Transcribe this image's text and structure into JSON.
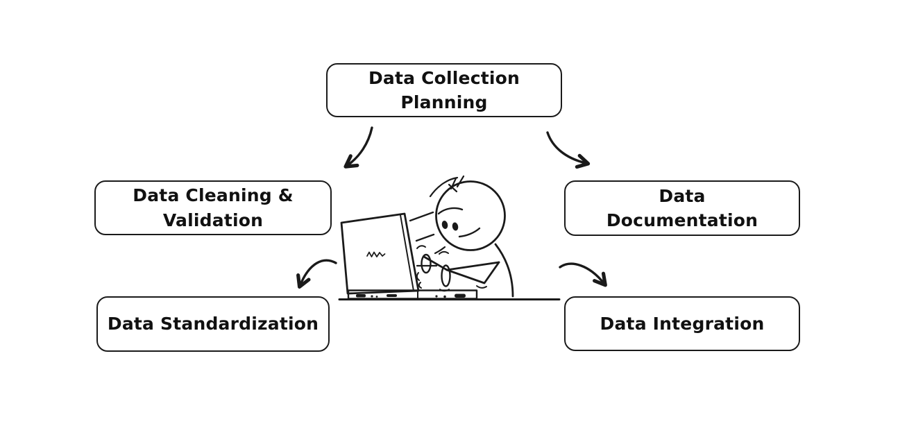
{
  "colors": {
    "background": "#ffffff",
    "ink": "#1a1a1a"
  },
  "nodes": {
    "planning": {
      "line1": "Data Collection",
      "line2": "Planning"
    },
    "cleaning_validation": {
      "line1": "Data Cleaning &",
      "line2": "Validation"
    },
    "documentation": {
      "line1": "Data",
      "line2": "Documentation"
    },
    "standardization": {
      "line1": "Data Standardization"
    },
    "integration": {
      "line1": "Data Integration"
    }
  },
  "illustration": {
    "figure": "person-typing-on-laptop-sketch"
  },
  "icons": {
    "arrow_planning_to_cleaning": "curved-arrow-down-left",
    "arrow_planning_to_documentation": "curved-arrow-down-right",
    "arrow_center_to_standardization": "curved-arrow-down-left",
    "arrow_center_to_integration": "curved-arrow-down-right"
  }
}
